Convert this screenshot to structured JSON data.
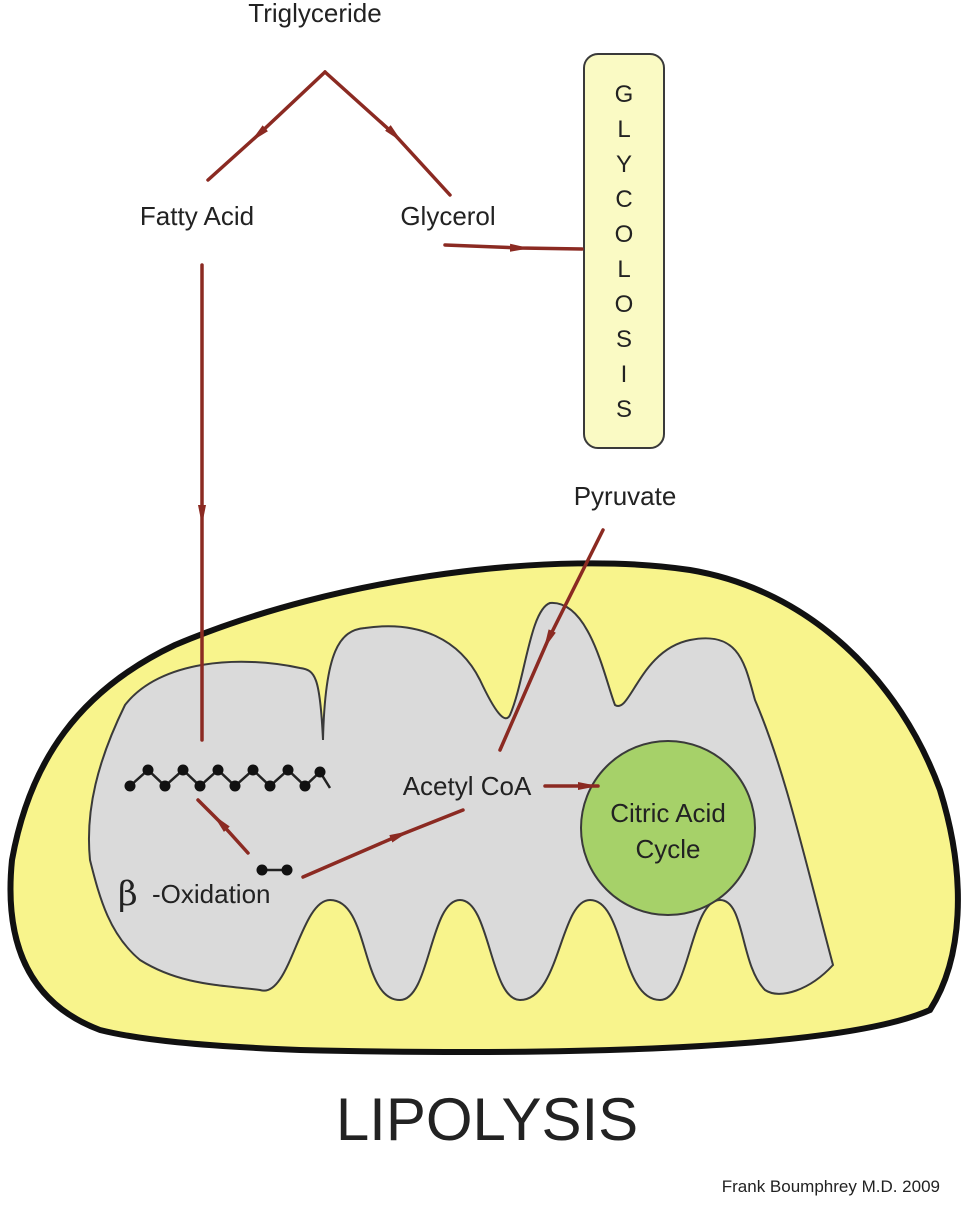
{
  "labels": {
    "triglyceride": "Triglyceride",
    "fatty_acid": "Fatty Acid",
    "glycerol": "Glycerol",
    "pyruvate": "Pyruvate",
    "acetyl_coa": "Acetyl CoA",
    "citric_line1": "Citric Acid",
    "citric_line2": "Cycle",
    "beta_symbol": "β",
    "beta_oxidation": "-Oxidation",
    "title": "LIPOLYSIS",
    "credit": "Frank Boumphrey M.D. 2009"
  },
  "glycolosis_letters": [
    "G",
    "L",
    "Y",
    "C",
    "O",
    "L",
    "O",
    "S",
    "I",
    "S"
  ],
  "colors": {
    "arrow": "#8b2a22",
    "mitochondrion_outer": "#f8f48c",
    "mitochondrion_inner": "#dadada",
    "citric_cycle": "#a6d169",
    "glycolosis_box": "#fafac4"
  }
}
